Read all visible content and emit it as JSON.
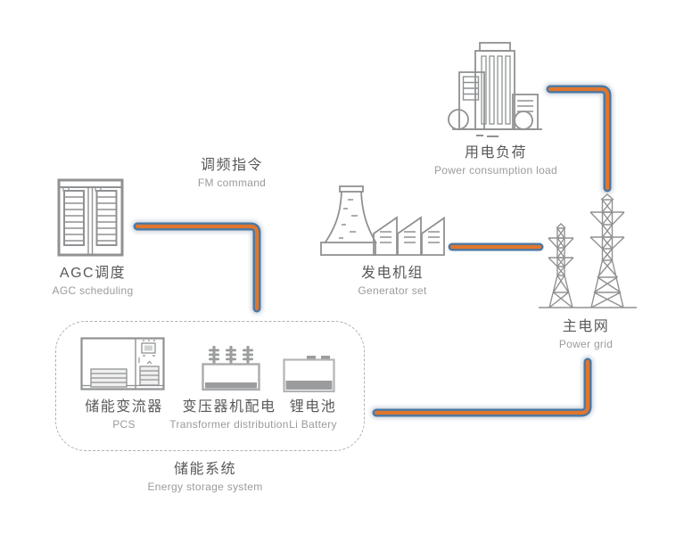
{
  "nodes": {
    "fm_command": {
      "zh": "调频指令",
      "en": "FM command"
    },
    "agc": {
      "zh": "AGC调度",
      "en": "AGC scheduling"
    },
    "generator": {
      "zh": "发电机组",
      "en": "Generator set"
    },
    "load": {
      "zh": "用电负荷",
      "en": "Power consumption load"
    },
    "grid": {
      "zh": "主电网",
      "en": "Power grid"
    },
    "storage": {
      "zh": "储能系统",
      "en": "Energy storage system"
    },
    "pcs": {
      "zh": "储能变流器",
      "en": "PCS"
    },
    "transformer": {
      "zh": "变压器机配电",
      "en": "Transformer distribution"
    },
    "battery": {
      "zh": "锂电池",
      "en": "Li Battery"
    }
  },
  "colors": {
    "line_core": "#E0762D",
    "line_edge": "#4A78A4",
    "line_glow": "#B7C3CF",
    "icon_stroke": "#8F9193",
    "text_primary": "#595959",
    "text_secondary": "#9B9B9B"
  }
}
